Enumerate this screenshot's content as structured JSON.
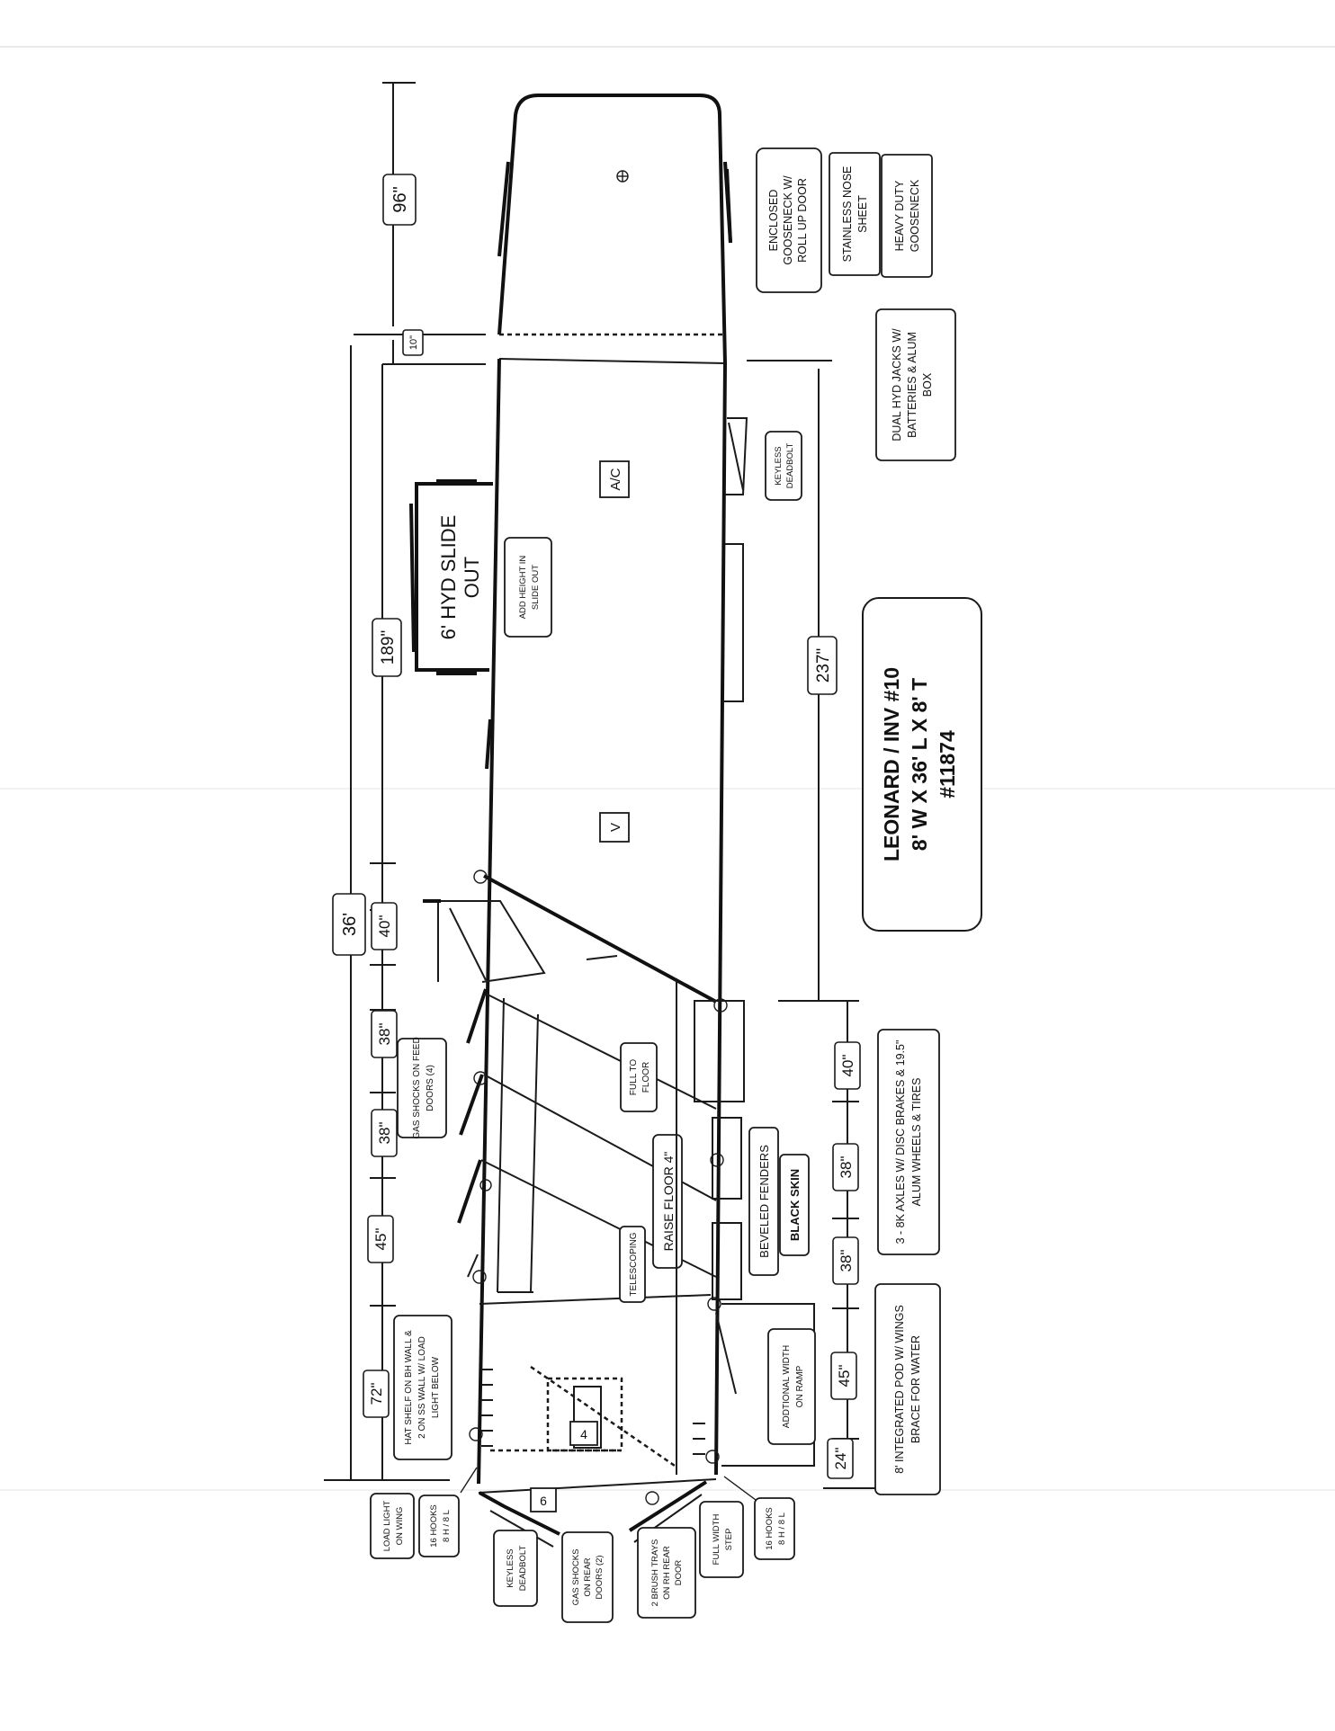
{
  "title": {
    "line1": "LEONARD / INV #10",
    "line2": "8' W X 36' L X 8' T",
    "line3": "#11874"
  },
  "dimensions": {
    "gooseneck_length": "96\"",
    "gap": "10\"",
    "slide_section": "189\"",
    "overall": "36'",
    "d40_top": "40\"",
    "d38_a": "38\"",
    "d38_b": "38\"",
    "d45_top": "45\"",
    "d72": "72\"",
    "d237": "237\"",
    "d40_bot": "40\"",
    "d38_c": "38\"",
    "d38_d": "38\"",
    "d45_bot": "45\"",
    "d24": "24\""
  },
  "features": {
    "gooseneck_door": "ENCLOSED GOOSENECK W/ ROLL UP DOOR",
    "nose_sheet": "STAINLESS NOSE SHEET",
    "heavy_gooseneck": "HEAVY DUTY GOOSENECK",
    "hyd_jacks": "DUAL HYD JACKS W/ BATTERIES & ALUM BOX",
    "keyless_side": "KEYLESS DEADBOLT",
    "slide_out": "6' HYD SLIDE OUT",
    "add_height": "ADD HEIGHT IN SLIDE OUT",
    "ac": "A/C",
    "vent": "V",
    "gas_shocks_feed": "GAS SHOCKS ON FEED DOORS (4)",
    "full_to_floor": "FULL TO FLOOR",
    "raise_floor": "RAISE FLOOR 4\"",
    "telescoping": "TELESCOPING",
    "beveled_fenders": "BEVELED FENDERS",
    "black_skin": "BLACK SKIN",
    "hat_shelf": "HAT SHELF ON BH WALL & 2 ON SS WALL W/ LOAD LIGHT BELOW",
    "additional_width": "ADDTIONAL WIDTH ON RAMP",
    "axles": "3 - 8K AXLES W/ DISC BRAKES & 19.5\" ALUM WHEELS & TIRES",
    "pod": "8' INTEGRATED POD W/ WINGS BRACE FOR WATER",
    "load_light": "LOAD LIGHT ON WING",
    "hooks_left": "16 HOOKS 8 H / 8 L",
    "keyless_rear": "KEYLESS DEADBOLT",
    "gas_shocks_rear": "GAS SHOCKS ON REAR DOORS (2)",
    "brush_trays": "2 BRUSH TRAYS ON RH REAR DOOR",
    "full_width_step": "FULL WIDTH STEP",
    "hooks_right": "16 HOOKS 8 H / 8 L",
    "num_4": "4",
    "num_6": "6"
  }
}
